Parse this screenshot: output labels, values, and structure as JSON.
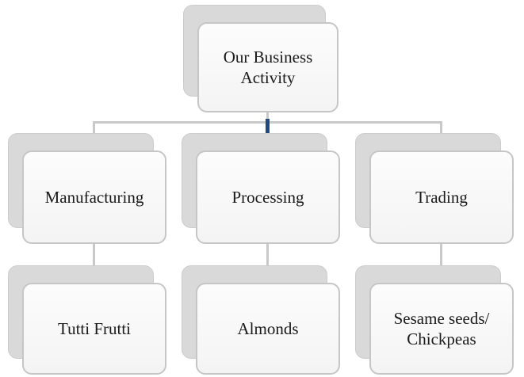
{
  "diagram_title": "Our Business Activity",
  "root": {
    "label": "Our Business Activity"
  },
  "level2": [
    {
      "label": "Manufacturing"
    },
    {
      "label": "Processing"
    },
    {
      "label": "Trading"
    }
  ],
  "level3": [
    {
      "label": "Tutti Frutti"
    },
    {
      "label": "Almonds"
    },
    {
      "label": "Sesame seeds/ Chickpeas"
    }
  ],
  "colors": {
    "shadow": "#d9d9d9",
    "box_background": "#f7f7f7",
    "box_border": "#c6c6c6",
    "connector": "#c9c9c9",
    "accent": "#24477f",
    "text": "#1a1a1a"
  }
}
